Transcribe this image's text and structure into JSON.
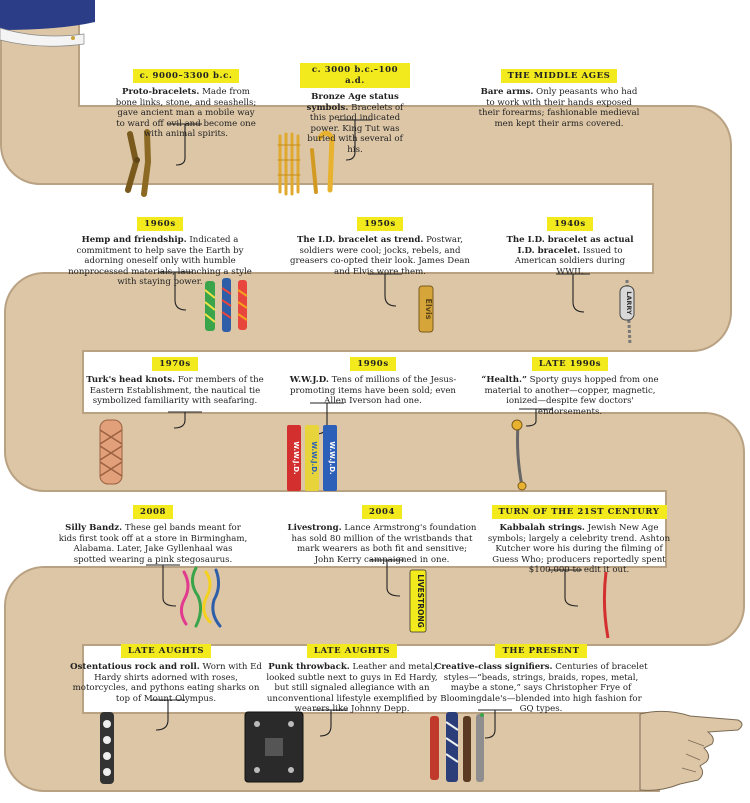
{
  "colors": {
    "arm": "#dcc6a6",
    "arm_edge": "#b9a283",
    "label_bg": "#f2ea1d",
    "sleeve": "#2b3d86",
    "ink": "#222222"
  },
  "entries": [
    {
      "label": "c. 9000–3300 b.c.",
      "head": "Proto-bracelets.",
      "text": "Made from bone links, stone, and seashells; gave ancient man a mobile way to ward off evil and become one with animal spirits."
    },
    {
      "label": "c. 3000 b.c.–100 a.d.",
      "head": "Bronze Age status symbols.",
      "text": "Bracelets of this period indicated power. King Tut was buried with several of his."
    },
    {
      "label": "THE MIDDLE AGES",
      "head": "Bare arms.",
      "text": "Only peasants who had to work with their hands exposed their forearms; fashionable medieval men kept their arms covered."
    },
    {
      "label": "1960s",
      "head": "Hemp and friendship.",
      "text": "Indicated a commitment to help save the Earth by adorning oneself only with humble nonprocessed materials, launching a style with staying power."
    },
    {
      "label": "1950s",
      "head": "The I.D. bracelet as trend.",
      "text": "Postwar, soldiers were cool; jocks, rebels, and greasers co-opted their look. James Dean and Elvis wore them."
    },
    {
      "label": "1940s",
      "head": "The I.D. bracelet as actual I.D. bracelet.",
      "text": "Issued to American soldiers during WWII."
    },
    {
      "label": "1970s",
      "head": "Turk's head knots.",
      "text": "For members of the Eastern Establishment, the nautical tie symbolized familiarity with seafaring."
    },
    {
      "label": "1990s",
      "head": "W.W.J.D.",
      "text": "Tens of millions of the Jesus-promoting items have been sold; even Allen Iverson had one."
    },
    {
      "label": "LATE 1990s",
      "head": "“Health.”",
      "text": "Sporty guys hopped from one material to another—copper, magnetic, ionized—despite few doctors' endorsements."
    },
    {
      "label": "2008",
      "head": "Silly Bandz.",
      "text": "These gel bands meant for kids first took off at a store in Birmingham, Alabama. Later, Jake Gyllenhaal was spotted wearing a pink stegosaurus."
    },
    {
      "label": "2004",
      "head": "Livestrong.",
      "text": "Lance Armstrong's foundation has sold 80 million of the wristbands that mark wearers as both fit and sensitive; John Kerry campaigned in one."
    },
    {
      "label": "TURN OF THE 21ST CENTURY",
      "head": "Kabbalah strings.",
      "text": "Jewish New Age symbols; largely a celebrity trend. Ashton Kutcher wore his during the filming of Guess Who; producers reportedly spent $100,000 to edit it out."
    },
    {
      "label": "LATE AUGHTS",
      "head": "Ostentatious rock and roll.",
      "text": "Worn with Ed Hardy shirts adorned with roses, motorcycles, and pythons eating sharks on top of Mount Olympus."
    },
    {
      "label": "LATE AUGHTS",
      "head": "Punk throwback.",
      "text": "Leather and metal; looked subtle next to guys in Ed Hardy, but still signaled allegiance with an unconventional lifestyle exemplified by wearers like Johnny Depp."
    },
    {
      "label": "THE PRESENT",
      "head": "Creative-class signifiers.",
      "text": "Centuries of bracelet styles—“beads, strings, braids, ropes, metal, maybe a stone,” says Christopher Frye of Bloomingdale's—blended into high fashion for GQ types."
    }
  ],
  "bracelet_text": {
    "id_1950s": "Elvis",
    "id_1940s": "LARRY",
    "wwjd": "W.W.J.D.",
    "livestrong": "LIVESTRONG"
  },
  "icons": [
    "sleeve-cuff-icon",
    "hand-icon"
  ]
}
